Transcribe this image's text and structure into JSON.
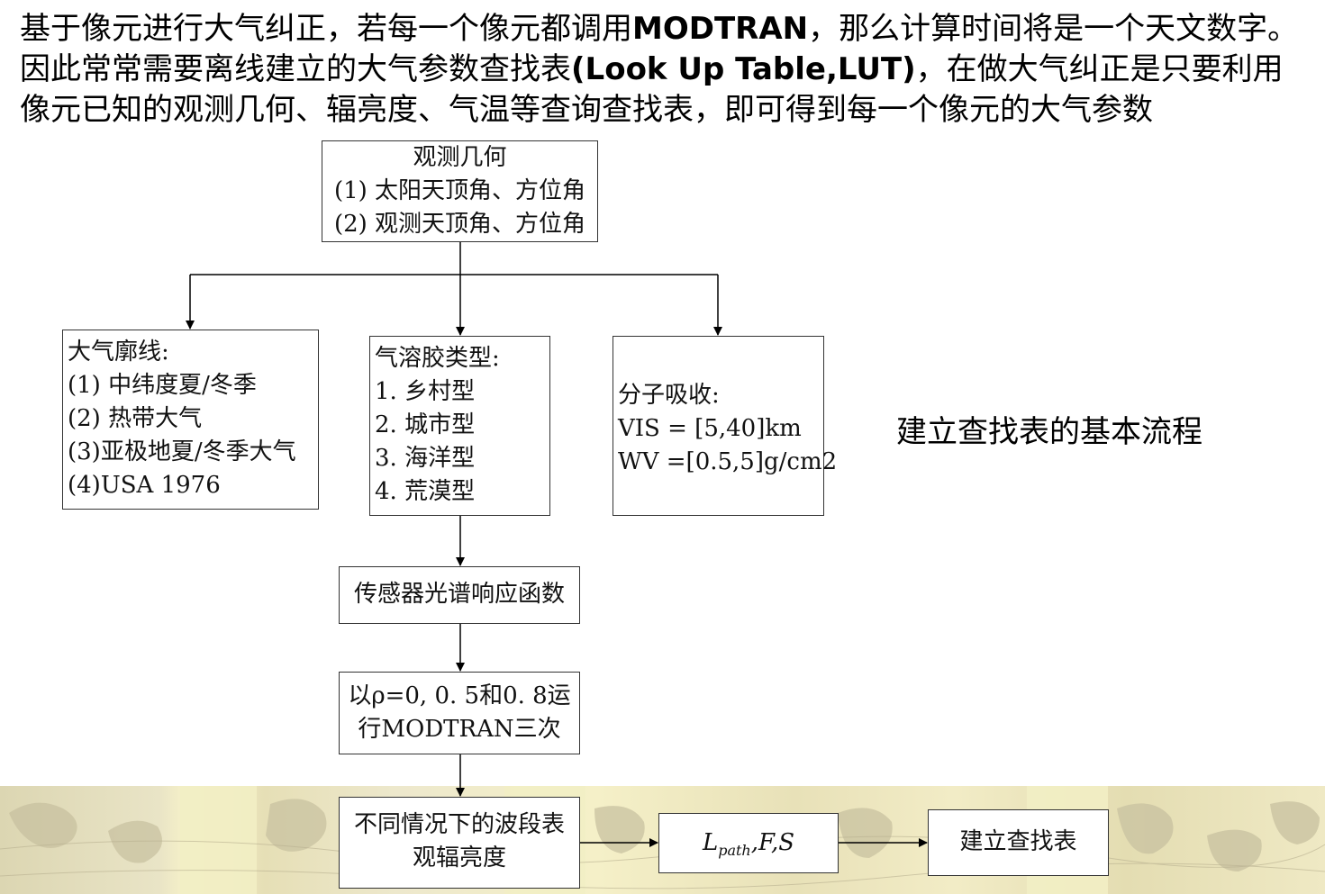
{
  "intro": {
    "p1": "基于像元进行大气纠正，若每一个像元都调用",
    "modtran": "MODTRAN",
    "p2": "，那么计算时间将是一个天文数字。因此常常需要离线建立的大气参数查找表",
    "lut": "(Look Up Table,LUT)",
    "p3": "，在做大气纠正是只要利用像元已知的观测几何、辐亮度、气温等查询查找表，即可得到每一个像元的大气参数"
  },
  "caption": "建立查找表的基本流程",
  "boxes": {
    "geometry": [
      "观测几何",
      "(1) 太阳天顶角、方位角",
      "(2) 观测天顶角、方位角"
    ],
    "profile": [
      "大气廓线:",
      "(1) 中纬度夏/冬季",
      "(2) 热带大气",
      "(3)亚极地夏/冬季大气",
      "(4)USA 1976"
    ],
    "aerosol": [
      "气溶胶类型:",
      "1. 乡村型",
      "2. 城市型",
      "3. 海洋型",
      "4. 荒漠型"
    ],
    "absorption": [
      "分子吸收:",
      "VIS = [5,40]km",
      "WV =[0.5,5]g/cm2"
    ],
    "sensor": "传感器光谱响应函数",
    "runs": [
      "以ρ=0, 0. 5和0. 8运",
      "行MODTRAN三次"
    ],
    "radiance": [
      "不同情况下的波段表",
      "观辐亮度"
    ],
    "params": {
      "L": "L",
      "sub": "path",
      "rest": ",F,S"
    },
    "build": "建立查找表"
  }
}
